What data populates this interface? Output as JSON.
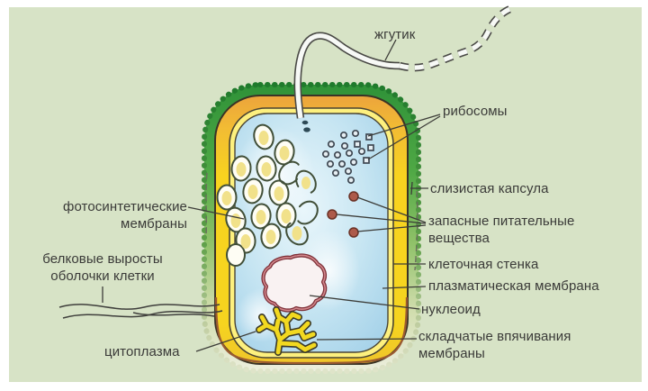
{
  "diagram": {
    "labels": {
      "flagellum": "жгутик",
      "ribosomes": "рибосомы",
      "capsule": "слизистая капсула",
      "storage": [
        "запасные питательные",
        "вещества"
      ],
      "cell_wall": "клеточная стенка",
      "plasma_membrane": "плазматическая мембрана",
      "nucleoid": "нуклеоид",
      "membrane_folds": [
        "складчатые впячивания",
        "мембраны"
      ],
      "photosynthetic": [
        "фотосинтетические",
        "мембраны"
      ],
      "protein_outgrowths": [
        "белковые выросты",
        "оболочки клетки"
      ],
      "cytoplasm": "цитоплазма"
    },
    "colors": {
      "page": "#ffffff",
      "background": "#d7e3c6",
      "capsule_green": "#3f9e44",
      "cell_wall_yellow": "#f7d522",
      "plasma_membrane_band": "#fdf07e",
      "cytoplasm_blue": "#c6e5f2",
      "nucleoid_outline": "#7e3038",
      "granule_brown": "#ad5a4a",
      "mesosome_yellow": "#f2d920",
      "text": "#3a3a38"
    }
  }
}
